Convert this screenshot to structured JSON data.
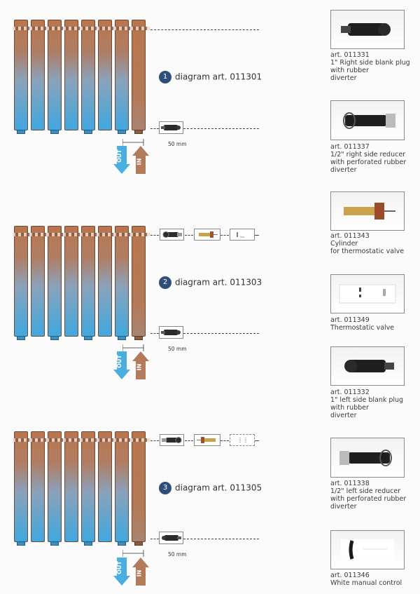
{
  "diagrams": [
    {
      "number": "1",
      "label": "diagram art. 011301",
      "dimension": "50 mm",
      "out": "OUT",
      "in": "IN"
    },
    {
      "number": "2",
      "label": "diagram art. 011303",
      "dimension": "50 mm",
      "out": "OUT",
      "in": "IN"
    },
    {
      "number": "3",
      "label": "diagram art. 011305",
      "dimension": "50 mm",
      "out": "OUT",
      "in": "IN"
    }
  ],
  "products": [
    {
      "art": "art. 011331",
      "lines": [
        "1\" Right side blank plug",
        "with rubber",
        "diverter"
      ]
    },
    {
      "art": "art. 011337",
      "lines": [
        "1/2\" right side reducer",
        "with perforated rubber",
        "diverter"
      ]
    },
    {
      "art": "art. 011343",
      "lines": [
        "Cylinder",
        "for thermostatic valve"
      ]
    },
    {
      "art": "art. 011349",
      "lines": [
        "Thermostatic valve"
      ]
    },
    {
      "art": "art. 011332",
      "lines": [
        "1\" left side blank plug",
        "with rubber",
        "diverter"
      ]
    },
    {
      "art": "art. 011338",
      "lines": [
        "1/2\" left side reducer",
        "with perforated rubber",
        "diverter"
      ]
    },
    {
      "art": "art. 011346",
      "lines": [
        "White manual control"
      ]
    }
  ],
  "colors": {
    "hot": "#b0764f",
    "cold": "#3ea7df",
    "out_arrow": "#4aaee0",
    "in_arrow": "#b37a5c",
    "badge": "#2f4f7a"
  }
}
